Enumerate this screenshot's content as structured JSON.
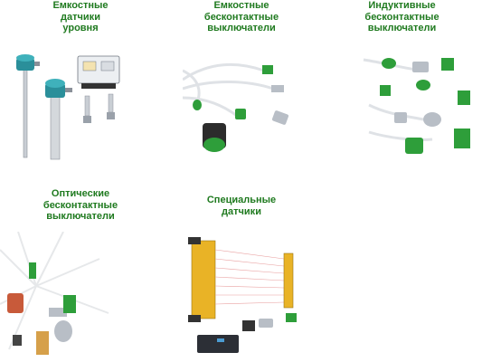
{
  "categories": [
    {
      "title_lines": [
        "Емкостные",
        "датчики",
        "уровня"
      ],
      "image": "capacitive-level-sensors-photo"
    },
    {
      "title_lines": [
        "Емкостные",
        "бесконтактные",
        "выключатели"
      ],
      "image": "capacitive-proximity-switches-photo"
    },
    {
      "title_lines": [
        "Индуктивные",
        "бесконтактные",
        "выключатели"
      ],
      "image": "inductive-proximity-switches-photo"
    },
    {
      "title_lines": [
        "Оптические",
        "бесконтактные",
        "выключатели"
      ],
      "image": "optical-proximity-switches-photo"
    },
    {
      "title_lines": [
        "Специальные",
        "датчики"
      ],
      "image": "special-sensors-photo"
    }
  ],
  "colors": {
    "caption": "#1f7a1f",
    "accent_green": "#2e9e3a",
    "device_metal": "#b8bec6",
    "cable": "#e6e8ea"
  }
}
